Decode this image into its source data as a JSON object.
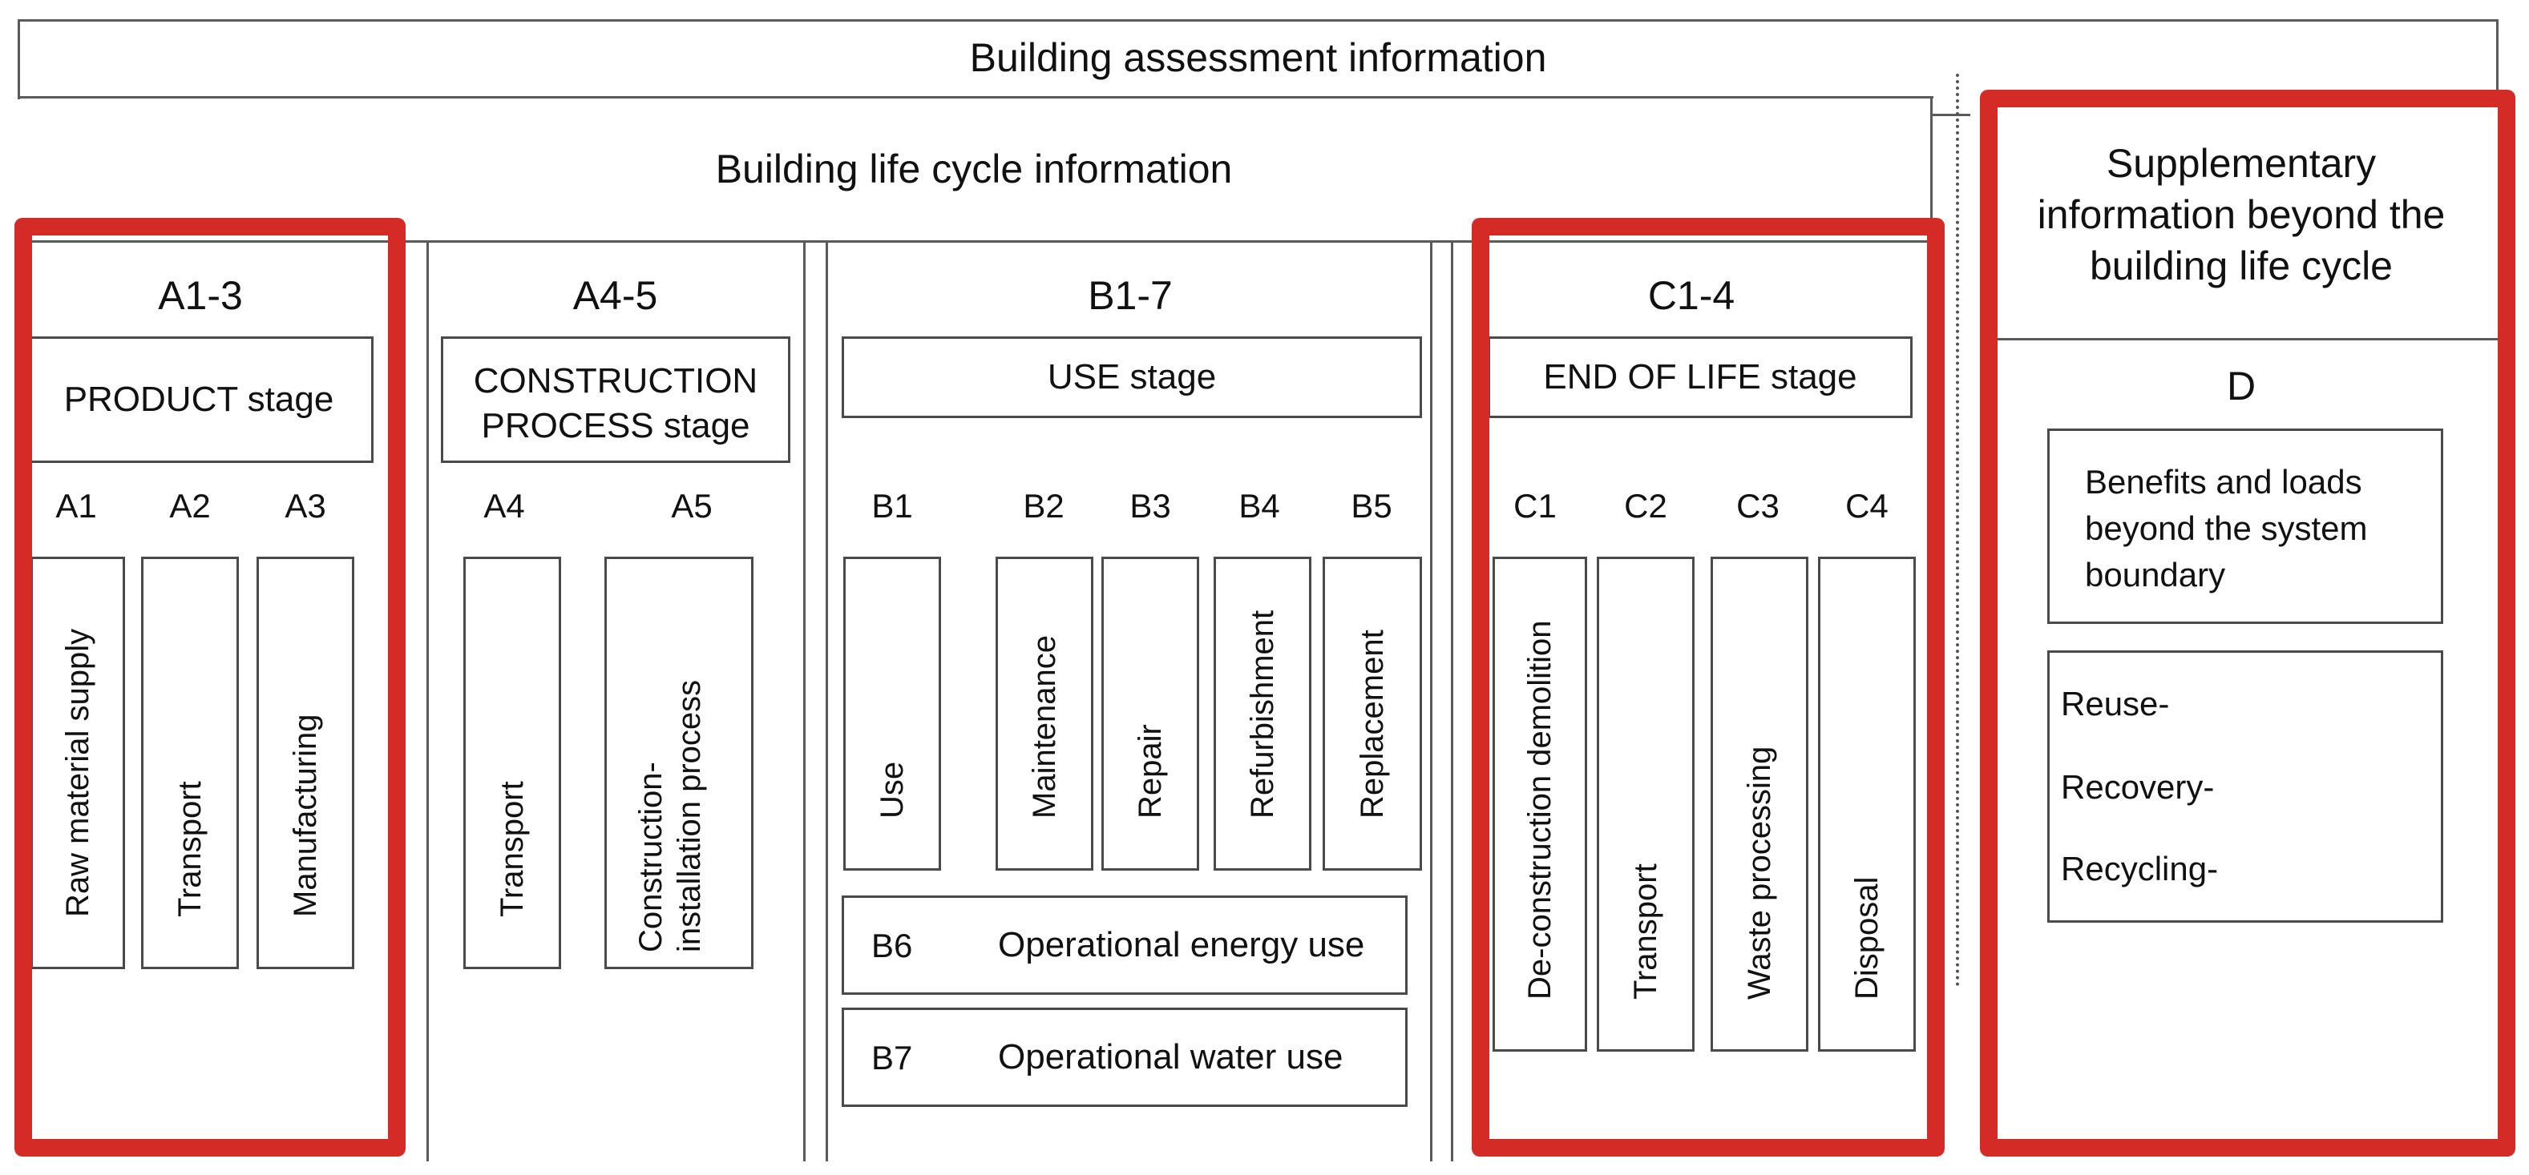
{
  "header": {
    "assessment_title": "Building assessment information",
    "lifecycle_title": "Building life cycle information",
    "supplementary_title": "Supplementary information beyond the building life cycle"
  },
  "modules": {
    "a13": {
      "title": "A1-3",
      "stage": "PRODUCT stage",
      "codes": [
        "A1",
        "A2",
        "A3"
      ],
      "items": [
        "Raw material supply",
        "Transport",
        "Manufacturing"
      ]
    },
    "a45": {
      "title": "A4-5",
      "stage": "CONSTRUCTION PROCESS stage",
      "stage_line1": "CONSTRUCTION",
      "stage_line2": "PROCESS stage",
      "codes": [
        "A4",
        "A5"
      ],
      "items": [
        "Transport",
        "Construction-installation process"
      ],
      "item_a5_line1": "Construction-",
      "item_a5_line2": "installation process"
    },
    "b17": {
      "title": "B1-7",
      "stage": "USE stage",
      "codes": [
        "B1",
        "B2",
        "B3",
        "B4",
        "B5"
      ],
      "items": [
        "Use",
        "Maintenance",
        "Repair",
        "Refurbishment",
        "Replacement"
      ],
      "b6": {
        "code": "B6",
        "label": "Operational energy use"
      },
      "b7": {
        "code": "B7",
        "label": "Operational water use"
      }
    },
    "c14": {
      "title": "C1-4",
      "stage": "END OF LIFE stage",
      "codes": [
        "C1",
        "C2",
        "C3",
        "C4"
      ],
      "items": [
        "De-construction demolition",
        "Transport",
        "Waste processing",
        "Disposal"
      ]
    },
    "d": {
      "title": "D",
      "benefits": "Benefits and loads beyond the system boundary",
      "benefits_line1": "Benefits and loads",
      "benefits_line2": "beyond the system",
      "benefits_line3": "boundary",
      "potential": [
        "Reuse-",
        "Recovery-",
        "Recycling-"
      ]
    }
  },
  "colors": {
    "highlight": "#d42b26",
    "lines": "#4a4a4a"
  }
}
